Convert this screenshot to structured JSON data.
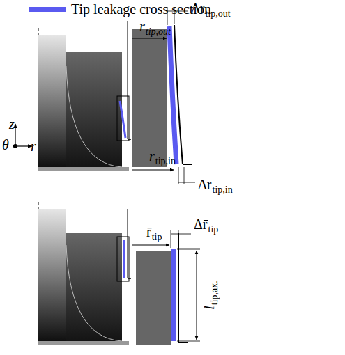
{
  "diagram": {
    "labels": [
      "Δr",
      "tip,out",
      "r",
      "tip,out",
      "r",
      "tip,in",
      "Δr",
      "tip,in",
      "r̄",
      "tip",
      "Δr̄",
      "tip",
      "l",
      "tip,ax.",
      "z",
      "θ",
      "r"
    ],
    "legend": [
      {
        "text": "Tip leakage cross section",
        "color": "#5a5af0"
      }
    ]
  }
}
